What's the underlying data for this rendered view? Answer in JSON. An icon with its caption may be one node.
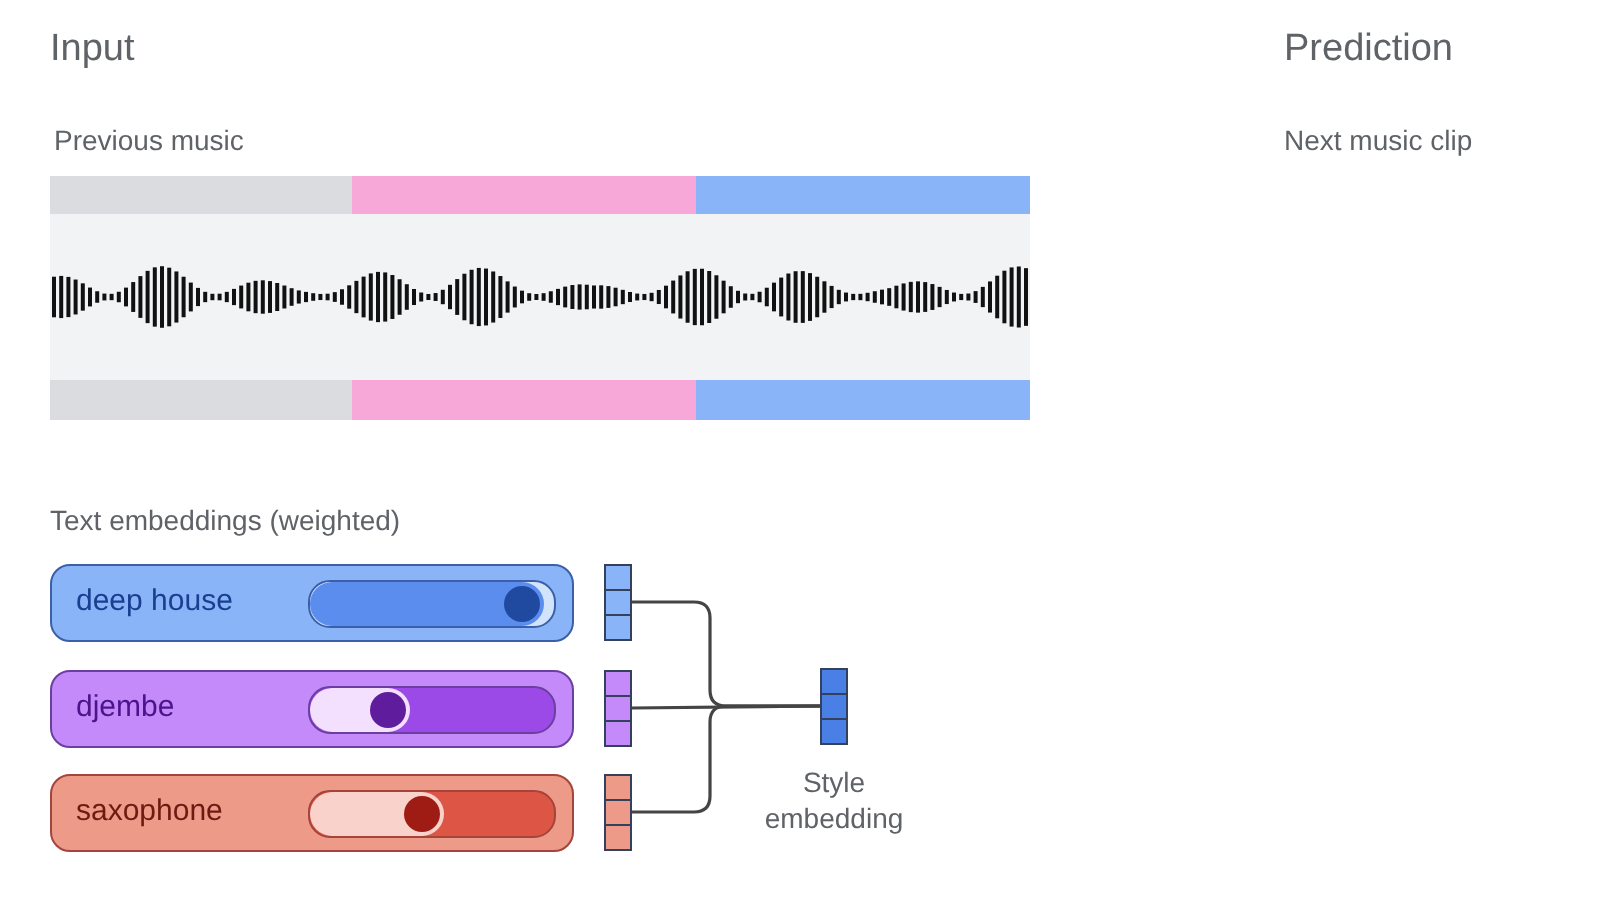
{
  "diagram": {
    "nodes": [
      {
        "text": [
          "deep house"
        ]
      },
      {
        "text": [
          "djembe"
        ]
      },
      {
        "text": [
          "saxophone"
        ]
      },
      {
        "text": [],
        "shape": "box"
      },
      {
        "text": [],
        "shape": "box"
      },
      {
        "text": [],
        "shape": "box"
      },
      {
        "text": [],
        "shape": "box",
        "beside": [
          "Style embedding"
        ]
      }
    ],
    "edges": [
      {
        "from": 3,
        "to": 6,
        "arrow": "none"
      },
      {
        "from": 4,
        "to": 6,
        "arrow": "none"
      },
      {
        "from": 5,
        "to": 6,
        "arrow": "none"
      }
    ],
    "labels": [
      "Input",
      "Prediction",
      "Previous music",
      "Next music clip",
      "Text embeddings (weighted)"
    ]
  }
}
